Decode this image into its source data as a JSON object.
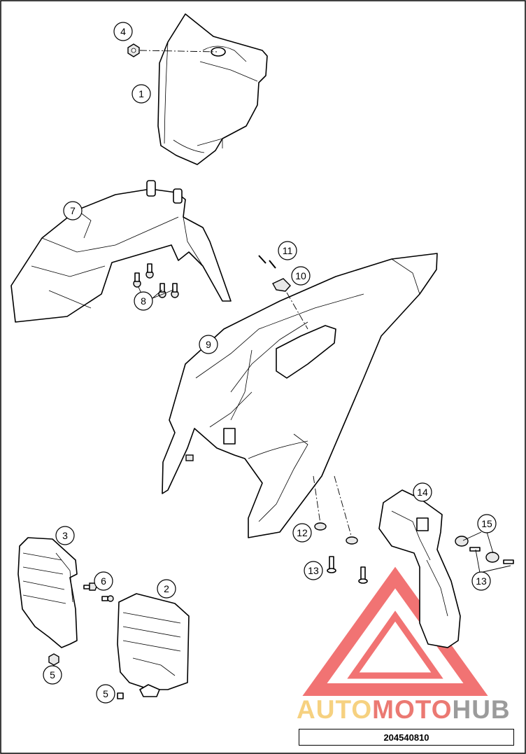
{
  "diagram": {
    "callouts": [
      {
        "id": "c4",
        "label": "4"
      },
      {
        "id": "c1",
        "label": "1"
      },
      {
        "id": "c7",
        "label": "7"
      },
      {
        "id": "c8",
        "label": "8"
      },
      {
        "id": "c11",
        "label": "11"
      },
      {
        "id": "c10",
        "label": "10"
      },
      {
        "id": "c9",
        "label": "9"
      },
      {
        "id": "c14",
        "label": "14"
      },
      {
        "id": "c15",
        "label": "15"
      },
      {
        "id": "c12",
        "label": "12"
      },
      {
        "id": "c13a",
        "label": "13"
      },
      {
        "id": "c13b",
        "label": "13"
      },
      {
        "id": "c3",
        "label": "3"
      },
      {
        "id": "c6",
        "label": "6"
      },
      {
        "id": "c2",
        "label": "2"
      },
      {
        "id": "c5a",
        "label": "5"
      },
      {
        "id": "c5b",
        "label": "5"
      }
    ],
    "drawing_number": "204540810"
  },
  "watermark": {
    "part1": "AUTO",
    "part2": "MOTO",
    "part3": "HUB",
    "colors": {
      "auto": "#f5c96b",
      "moto": "#e8625a",
      "hub": "#8a8a8a",
      "triangle": "#ef5b5b"
    }
  }
}
